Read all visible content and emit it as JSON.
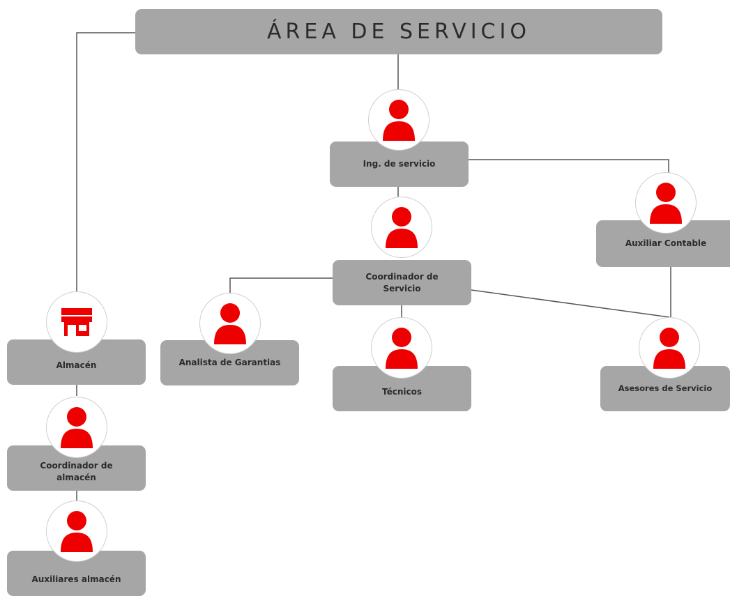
{
  "title": "ÁREA DE SERVICIO",
  "colors": {
    "box": "#a6a6a6",
    "line": "#555555",
    "icon": "#ee0000",
    "circle": "#ffffff"
  },
  "nodes": {
    "ing_servicio": {
      "label": "Ing. de servicio",
      "icon": "person-icon"
    },
    "coordinador_servicio": {
      "label": "Coordinador de\nServicio",
      "icon": "person-icon"
    },
    "auxiliar_contable": {
      "label": "Auxiliar Contable",
      "icon": "person-icon"
    },
    "analista_garantias": {
      "label": "Analista de Garantias",
      "icon": "person-icon"
    },
    "tecnicos": {
      "label": "Técnicos",
      "icon": "person-icon"
    },
    "asesores_servicio": {
      "label": "Asesores de Servicio",
      "icon": "person-icon"
    },
    "almacen": {
      "label": "Almacén",
      "icon": "store-icon"
    },
    "coordinador_almacen": {
      "label": "Coordinador de\nalmacén",
      "icon": "person-icon"
    },
    "auxiliares_almacen": {
      "label": "Auxiliares almacén",
      "icon": "person-icon"
    }
  }
}
